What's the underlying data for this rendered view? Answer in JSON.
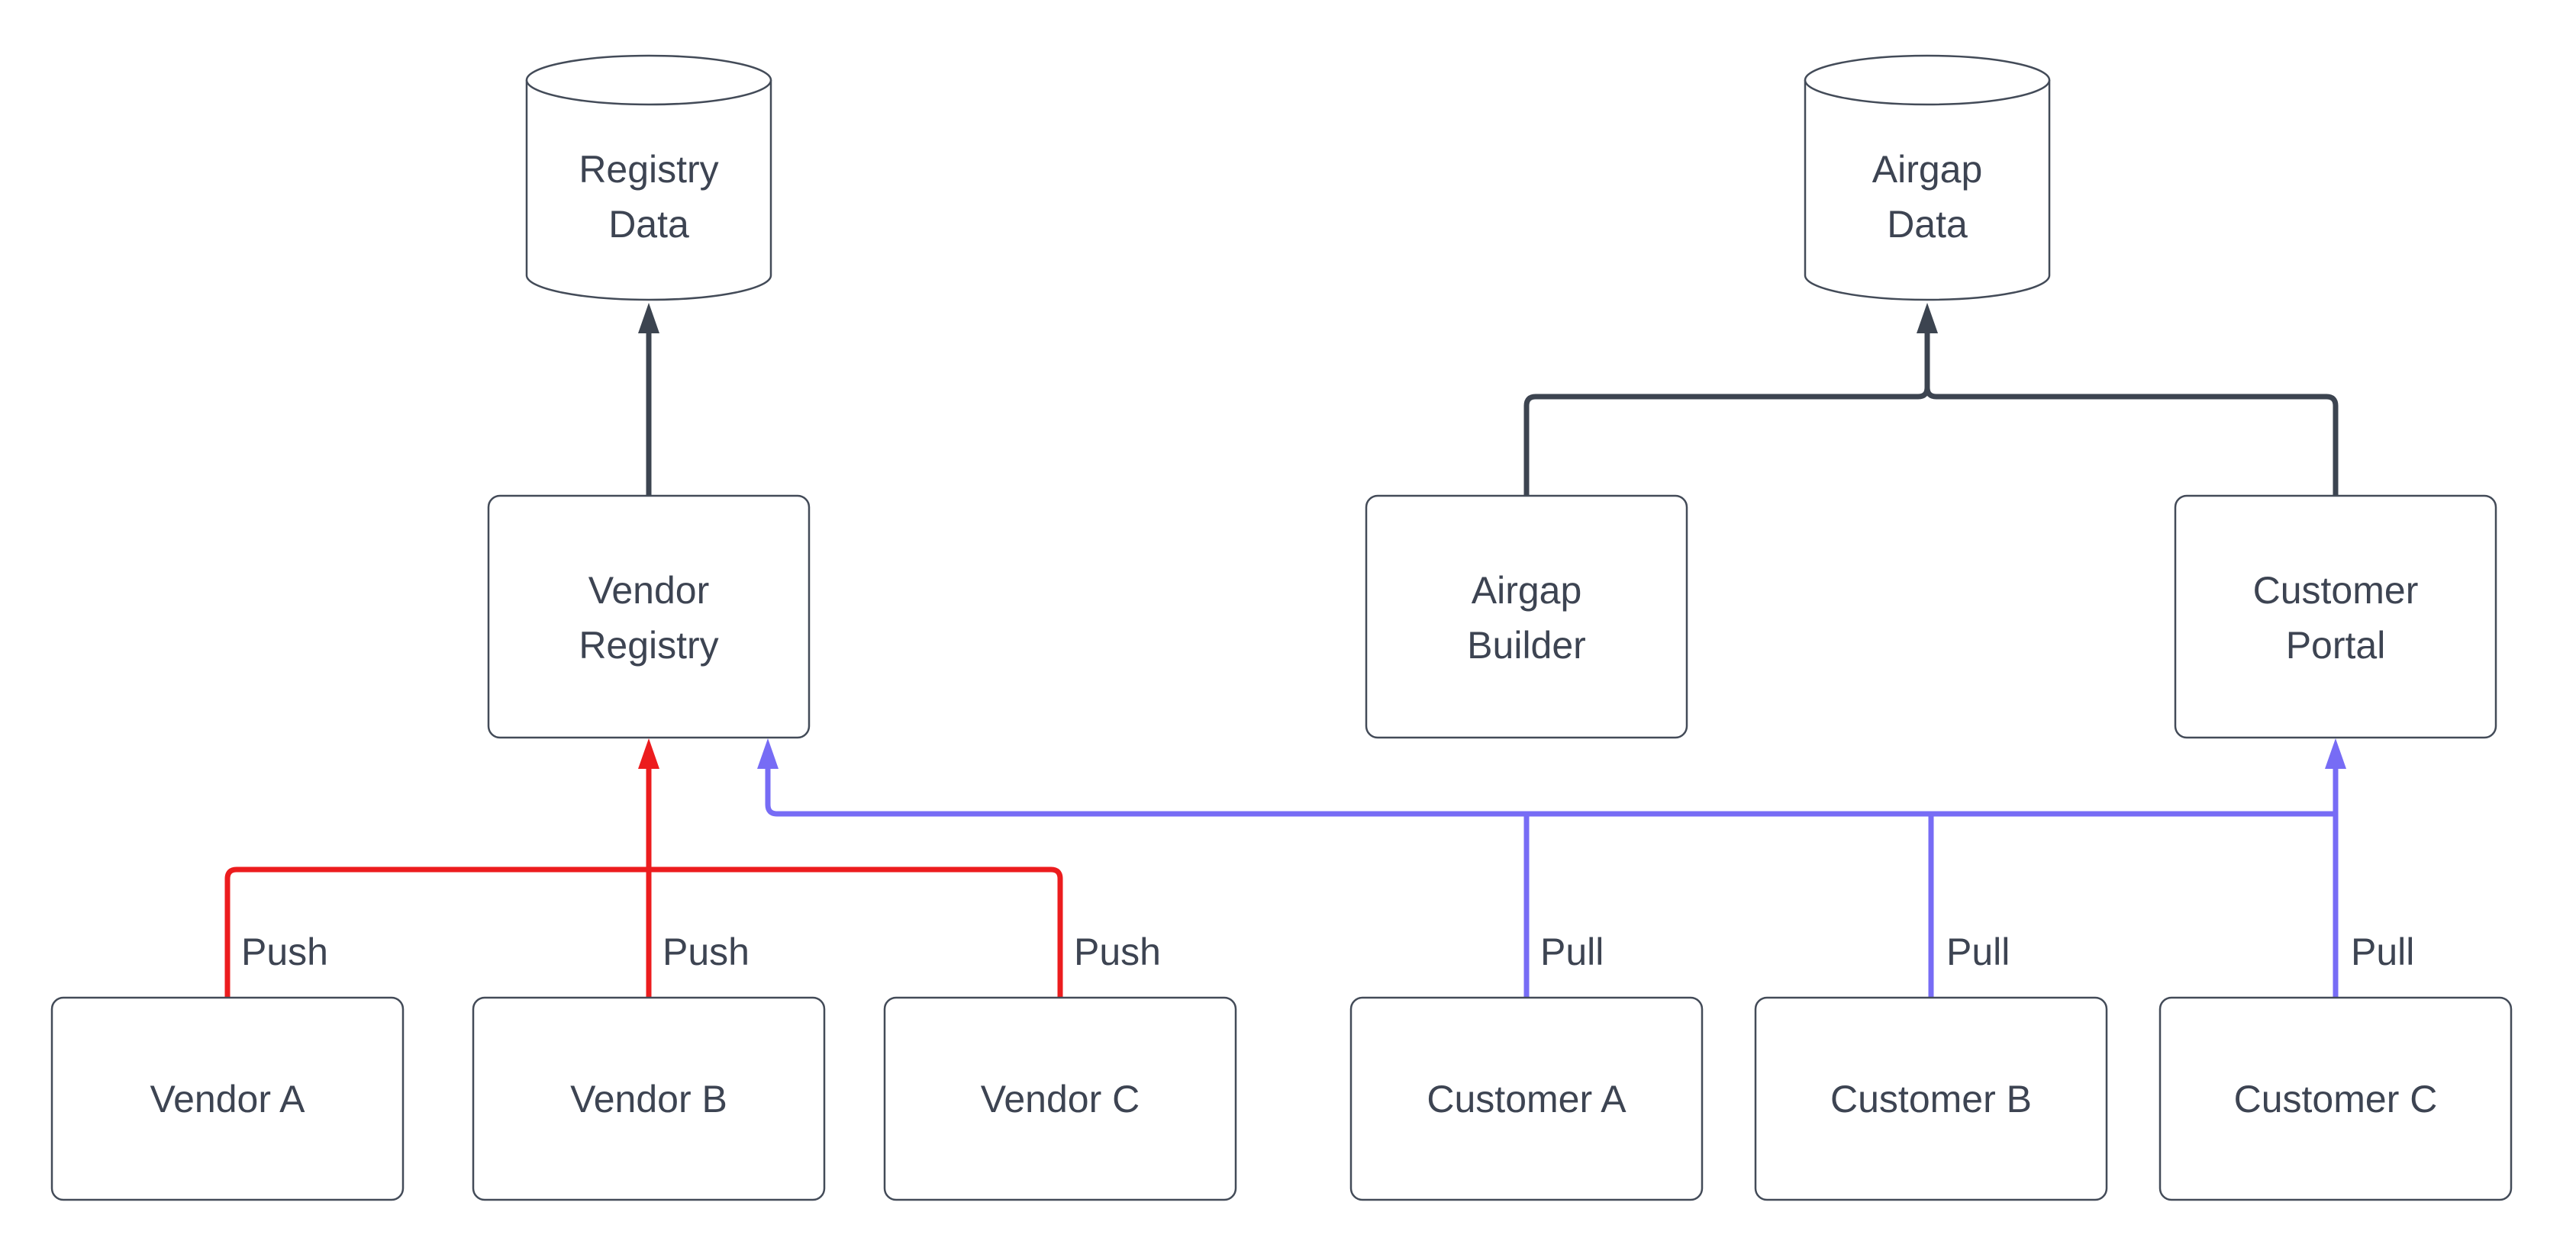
{
  "diagram": {
    "background": "#ffffff",
    "colors": {
      "node_border": "#434b58",
      "text": "#3d4452",
      "dark_edge": "#3c4450",
      "push": "#ec1c1e",
      "pull": "#776cf5"
    },
    "nodes": {
      "registry_data": {
        "shape": "cylinder",
        "line1": "Registry",
        "line2": "Data"
      },
      "airgap_data": {
        "shape": "cylinder",
        "line1": "Airgap",
        "line2": "Data"
      },
      "vendor_registry": {
        "shape": "rounded-box",
        "line1": "Vendor",
        "line2": "Registry"
      },
      "airgap_builder": {
        "shape": "rounded-box",
        "line1": "Airgap",
        "line2": "Builder"
      },
      "customer_portal": {
        "shape": "rounded-box",
        "line1": "Customer",
        "line2": "Portal"
      },
      "vendor_a": {
        "shape": "rounded-box",
        "label": "Vendor A"
      },
      "vendor_b": {
        "shape": "rounded-box",
        "label": "Vendor B"
      },
      "vendor_c": {
        "shape": "rounded-box",
        "label": "Vendor C"
      },
      "customer_a": {
        "shape": "rounded-box",
        "label": "Customer A"
      },
      "customer_b": {
        "shape": "rounded-box",
        "label": "Customer B"
      },
      "customer_c": {
        "shape": "rounded-box",
        "label": "Customer C"
      }
    },
    "edges": {
      "vendor_registry_to_registry_data": {
        "from": "vendor_registry",
        "to": "registry_data",
        "label": ""
      },
      "airgap_builder_to_airgap_data": {
        "from": "airgap_builder",
        "to": "airgap_data",
        "label": ""
      },
      "customer_portal_to_airgap_data": {
        "from": "customer_portal",
        "to": "airgap_data",
        "label": ""
      },
      "vendor_a_to_vendor_registry": {
        "from": "vendor_a",
        "to": "vendor_registry",
        "label": "Push"
      },
      "vendor_b_to_vendor_registry": {
        "from": "vendor_b",
        "to": "vendor_registry",
        "label": "Push"
      },
      "vendor_c_to_vendor_registry": {
        "from": "vendor_c",
        "to": "vendor_registry",
        "label": "Push"
      },
      "customer_a_to_vendor_registry": {
        "from": "customer_a",
        "to": "vendor_registry",
        "label": "Pull"
      },
      "customer_b_to_vendor_registry": {
        "from": "customer_b",
        "to": "vendor_registry",
        "label": "Pull"
      },
      "customer_c_to_customer_portal": {
        "from": "customer_c",
        "to": "customer_portal",
        "label": "Pull"
      }
    }
  }
}
